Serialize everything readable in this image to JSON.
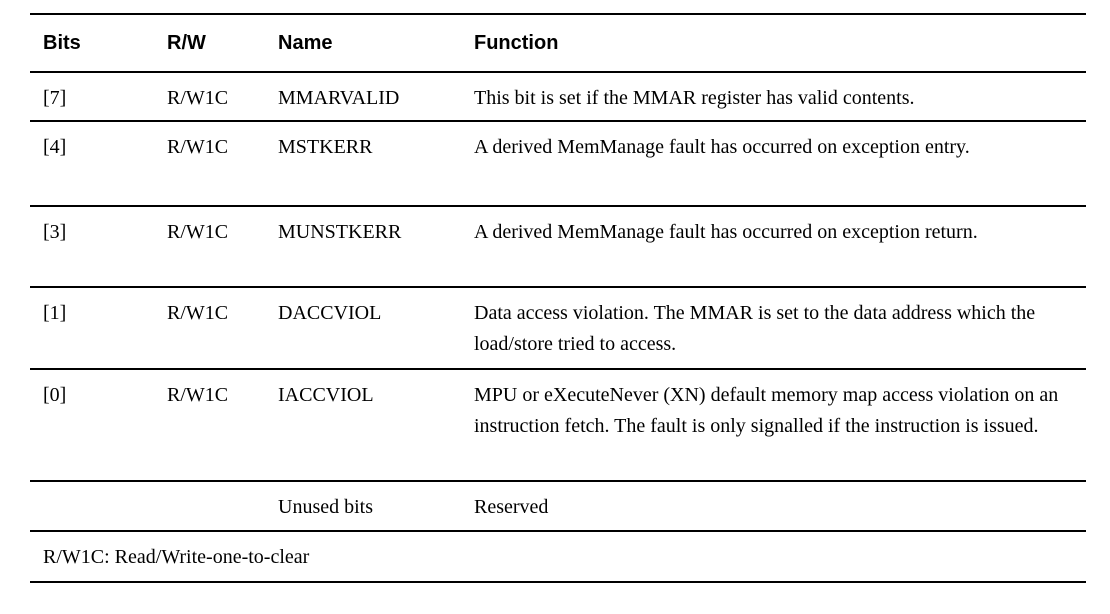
{
  "colors": {
    "text": "#000000",
    "background": "#ffffff",
    "rule": "#000000"
  },
  "table": {
    "columns": [
      {
        "label": "Bits"
      },
      {
        "label": "R/W"
      },
      {
        "label": "Name"
      },
      {
        "label": "Function"
      }
    ],
    "rows": [
      {
        "bits": "[7]",
        "rw": "R/W1C",
        "name": "MMARVALID",
        "function": "This bit is set if the MMAR register has valid contents."
      },
      {
        "bits": "[4]",
        "rw": "R/W1C",
        "name": "MSTKERR",
        "function": "A derived MemManage fault has occurred on exception entry."
      },
      {
        "bits": "[3]",
        "rw": "R/W1C",
        "name": "MUNSTKERR",
        "function": "A derived MemManage fault has occurred on exception return."
      },
      {
        "bits": "[1]",
        "rw": "R/W1C",
        "name": "DACCVIOL",
        "function": "Data access violation. The MMAR is set to the data address which the load/store tried to access."
      },
      {
        "bits": "[0]",
        "rw": "R/W1C",
        "name": "IACCVIOL",
        "function": "MPU or eXecuteNever (XN) default memory map access violation on an instruction fetch. The fault is only signalled if the instruction is issued."
      },
      {
        "bits": "",
        "rw": "",
        "name": "Unused bits",
        "function": "Reserved"
      }
    ],
    "footnote": "R/W1C: Read/Write-one-to-clear"
  }
}
